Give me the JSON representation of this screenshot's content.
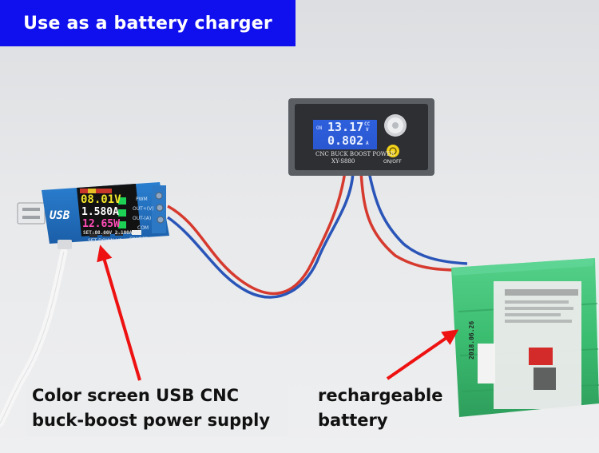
{
  "banner": {
    "title": "Use as a battery charger"
  },
  "captions": {
    "usb_supply_line1": "Color screen USB CNC",
    "usb_supply_line2": "buck-boost power supply",
    "battery_line1": "rechargeable",
    "battery_line2": "battery"
  },
  "usb_module": {
    "voltage": "08.01V",
    "current": "1.580A",
    "power": "12.65W",
    "set_line": "SET:08.00V 2.100A",
    "logo": "USB",
    "buttons_label": "SET DOWN UP",
    "switch_label": "ON/OFF",
    "side_labels": [
      "PWM",
      "OUT+(V)",
      "OUT-(A)",
      "COM"
    ]
  },
  "xy_module": {
    "on_label": "ON",
    "voltage": "13.17",
    "voltage_unit": "V",
    "cc_label": "CC",
    "current": "0.802",
    "current_unit": "A",
    "name": "CNC BUCK BOOST POWER",
    "model": "XY-S880",
    "power_label": "ON/OFF"
  },
  "battery": {
    "date": "2018.06.26"
  },
  "colors": {
    "banner_bg": "#1010ee",
    "arrow": "#ee1111",
    "battery_green": "#3fbf72",
    "wire_red": "#d63a2e",
    "wire_blue": "#2a55b8"
  }
}
